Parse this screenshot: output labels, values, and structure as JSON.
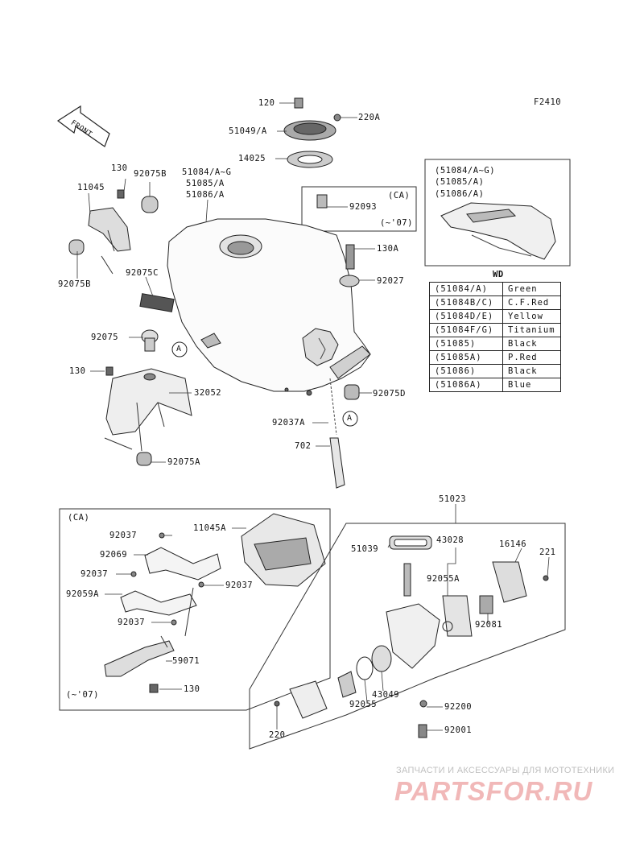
{
  "figure_id": "F2410",
  "front_label": "FRONT",
  "parts": {
    "p120": "120",
    "p51049a": "51049/A",
    "p220a": "220A",
    "p14025": "14025",
    "p92093": "92093",
    "p130_top": "130",
    "p11045": "11045",
    "p92075b_top": "92075B",
    "p51084": "51084/A~G",
    "p51085": "51085/A",
    "p51086": "51086/A",
    "p92075b": "92075B",
    "p130a": "130A",
    "p92075c": "92075C",
    "p92027": "92027",
    "p92075": "92075",
    "p130_left": "130",
    "p32052": "32052",
    "p92075d": "92075D",
    "p92037a": "92037A",
    "p702": "702",
    "p92075a": "92075A",
    "p51023": "51023",
    "p92037_1": "92037",
    "p11045a": "11045A",
    "p92069": "92069",
    "p92037_2": "92037",
    "p92037_3": "92037",
    "p92059a": "92059A",
    "p92037_4": "92037",
    "p59071": "59071",
    "p130_ca": "130",
    "p51039": "51039",
    "p43028": "43028",
    "p92055a": "92055A",
    "p16146": "16146",
    "p221": "221",
    "p92081": "92081",
    "p43049": "43049",
    "p92055": "92055",
    "p92200": "92200",
    "p92001": "92001",
    "p220": "220"
  },
  "ca_box": {
    "tag": "(CA)",
    "note": "(~'07)"
  },
  "ca_panel": {
    "tag": "(CA)",
    "note": "(~'07)"
  },
  "ref_a": "A",
  "inset": {
    "lines": [
      "(51084/A~G)",
      "(51085/A)",
      "(51086/A)"
    ],
    "wd_label": "WD"
  },
  "color_table": [
    {
      "part": "(51084/A)",
      "color": "Green"
    },
    {
      "part": "(51084B/C)",
      "color": "C.F.Red"
    },
    {
      "part": "(51084D/E)",
      "color": "Yellow"
    },
    {
      "part": "(51084F/G)",
      "color": "Titanium"
    },
    {
      "part": "(51085)",
      "color": "Black"
    },
    {
      "part": "(51085A)",
      "color": "P.Red"
    },
    {
      "part": "(51086)",
      "color": "Black"
    },
    {
      "part": "(51086A)",
      "color": "Blue"
    }
  ],
  "watermark": {
    "line1": "ЗАПЧАСТИ И АКСЕССУАРЫ ДЛЯ МОТОТЕХНИКИ",
    "line2": "PARTSFOR.RU"
  }
}
